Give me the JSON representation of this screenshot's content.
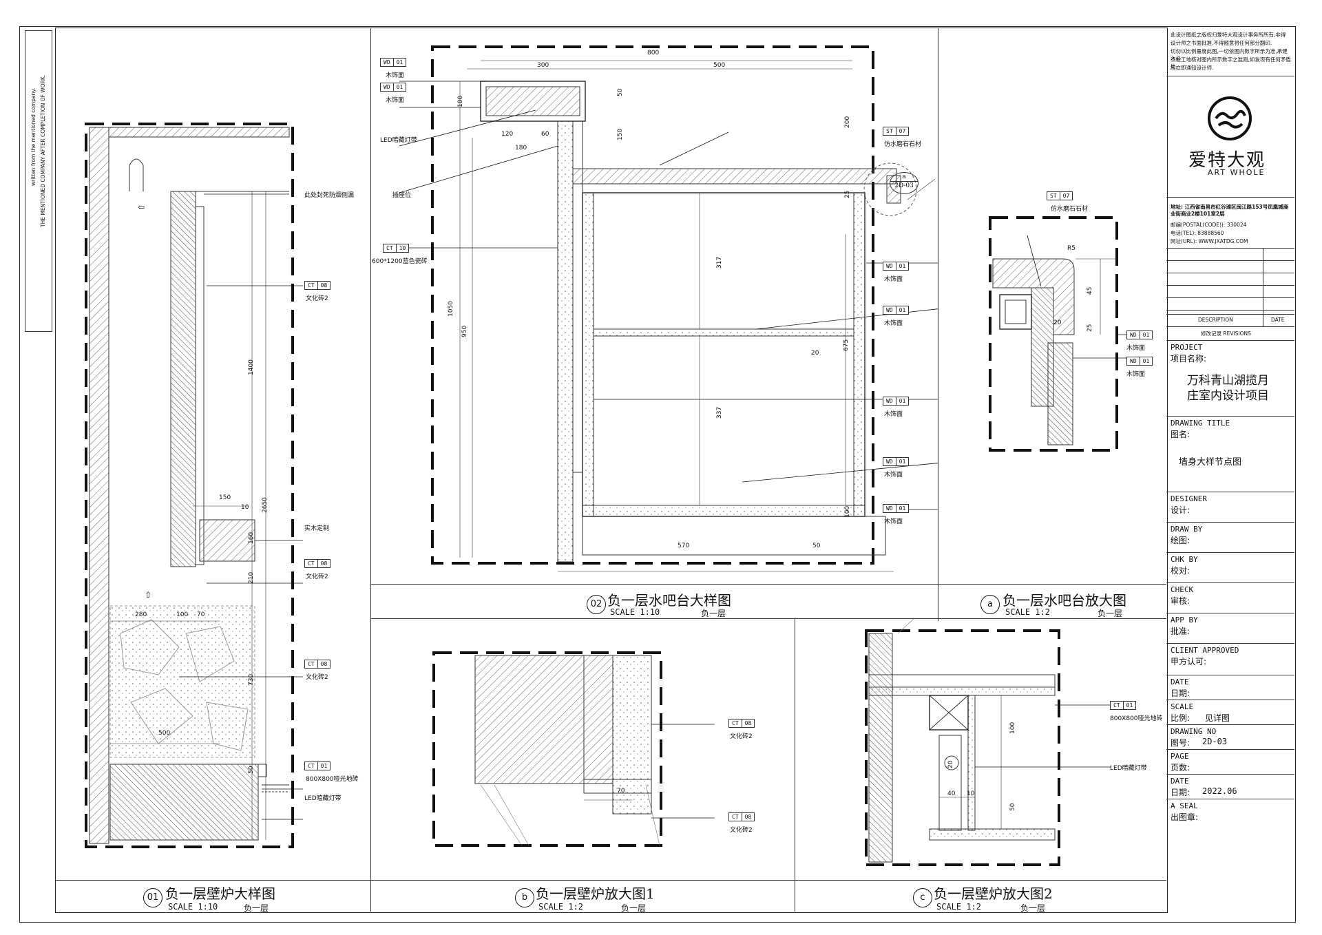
{
  "side_notes": {
    "line1": "written from the mentioned company.",
    "line2": "THE MENTIONED COMPANY AFTER COMPLETION OF WORK."
  },
  "panes": {
    "p01": {
      "num": "01",
      "title": "负一层壁炉大样图",
      "scale": "SCALE 1:10",
      "floor": "负一层"
    },
    "p02": {
      "num": "02",
      "title": "负一层水吧台大样图",
      "scale": "SCALE 1:10",
      "floor": "负一层"
    },
    "pa": {
      "num": "a",
      "title": "负一层水吧台放大图",
      "scale": "SCALE 1:2",
      "floor": "负一层"
    },
    "pb": {
      "num": "b",
      "title": "负一层壁炉放大图1",
      "scale": "SCALE 1:2",
      "floor": "负一层"
    },
    "pc": {
      "num": "c",
      "title": "负一层壁炉放大图2",
      "scale": "SCALE 1:2",
      "floor": "负一层"
    }
  },
  "p01_labels": {
    "seal_note": "此处封死防烟侧漏",
    "ct08_a": {
      "code": "CT",
      "num": "08",
      "text": "文化砖2"
    },
    "solid_wood": "实木定制",
    "ct08_b": {
      "code": "CT",
      "num": "08",
      "text": "文化砖2"
    },
    "ct08_c": {
      "code": "CT",
      "num": "08",
      "text": "文化砖2"
    },
    "ct01": {
      "code": "CT",
      "num": "01",
      "text": "800X800哑光地砖"
    },
    "led": "LED暗藏灯带",
    "dims": {
      "d1400": "1400",
      "d2650": "2650",
      "d150": "150",
      "d10": "10",
      "d160": "160",
      "d210": "210",
      "d730": "730",
      "d280": "280",
      "d100": "100",
      "d70": "70",
      "d500": "500",
      "d50": "50"
    }
  },
  "p02_labels": {
    "wd01_a": {
      "code": "WD",
      "num": "01",
      "text": "木饰面"
    },
    "wd01_b": {
      "code": "WD",
      "num": "01",
      "text": "木饰面"
    },
    "led": "LED暗藏灯带",
    "socket": "插座位",
    "ct10": {
      "code": "CT",
      "num": "10",
      "text": "600*1200蓝色瓷砖"
    },
    "st07": {
      "code": "ST",
      "num": "07",
      "text": "仿水磨石石材"
    },
    "callout": {
      "letter": "a",
      "ref": "2D-03"
    },
    "wd_right": [
      {
        "code": "WD",
        "num": "01",
        "text": "木饰面"
      },
      {
        "code": "WD",
        "num": "01",
        "text": "木饰面"
      },
      {
        "code": "WD",
        "num": "01",
        "text": "木饰面"
      },
      {
        "code": "WD",
        "num": "01",
        "text": "木饰面"
      },
      {
        "code": "WD",
        "num": "01",
        "text": "木饰面"
      }
    ],
    "dims": {
      "d800": "800",
      "d300": "300",
      "d500": "500",
      "d100": "100",
      "d50": "50",
      "d120": "120",
      "d60": "60",
      "d180": "180",
      "d150": "150",
      "d200": "200",
      "d25": "25",
      "d317": "317",
      "d20": "20",
      "d675": "675",
      "d337": "337",
      "d1050": "1050",
      "d950": "950",
      "d570": "570",
      "d50b": "50",
      "d100b": "100"
    }
  },
  "pa_labels": {
    "st07": {
      "code": "ST",
      "num": "07",
      "text": "仿水磨石石材"
    },
    "wd01_a": {
      "code": "WD",
      "num": "01",
      "text": "木饰面"
    },
    "wd01_b": {
      "code": "WD",
      "num": "01",
      "text": "木饰面"
    },
    "dims": {
      "r5": "R5",
      "d45": "45",
      "d25": "25",
      "d20": "20"
    }
  },
  "pb_labels": {
    "ct08_a": {
      "code": "CT",
      "num": "08",
      "text": "文化砖2"
    },
    "ct08_b": {
      "code": "CT",
      "num": "08",
      "text": "文化砖2"
    },
    "dims": {
      "d70": "70"
    }
  },
  "pc_labels": {
    "ct01": {
      "code": "CT",
      "num": "01",
      "text": "800X800哑光地砖"
    },
    "led": "LED暗藏灯带",
    "dims": {
      "d100": "100",
      "d20": "20",
      "d40": "40",
      "d10": "10",
      "d50": "50"
    }
  },
  "title_block": {
    "copyright_lines": [
      "此设计图纸之版权归爱特大观设计事务所所有,非得",
      "设计师之书面批准,不得随意将任何部分翻印.",
      "切勿以比例量度此图,一切依图内数字所示为准,承建人必",
      "须在工地核对图内所示数字之准则,如发现有任何矛盾处,",
      "应立即通知设计师."
    ],
    "brand_cn": "爱特大观",
    "brand_en": "ART WHOLE",
    "address": "地址: 江西省南昌市红谷滩区闽江路153号凤凰城商业街商业2楼101室2层",
    "postal": "邮编(POSTAL(CODE)): 330024",
    "tel": "电话(TEL): 83888560",
    "web": "网址(URL): WWW.JXATDG.COM",
    "rev_desc": "DESCRIPTION",
    "rev_date": "DATE",
    "revisions": "修改记录  REVISIONS",
    "project_en": "PROJECT",
    "project_cn": "项目名称:",
    "project_name_1": "万科青山湖揽月",
    "project_name_2": "庄室内设计项目",
    "drawing_title_en": "DRAWING TITLE",
    "drawing_title_cn": "图名:",
    "drawing_title": "墙身大样节点图",
    "designer_en": "DESIGNER",
    "designer_cn": "设计:",
    "draw_en": "DRAW BY",
    "draw_cn": "绘图:",
    "chk_en": "CHK BY",
    "chk_cn": "校对:",
    "check_en": "CHECK",
    "check_cn": "审核:",
    "app_en": "APP BY",
    "app_cn": "批准:",
    "client_en": "CLIENT APPROVED",
    "client_cn": "甲方认可:",
    "date_en": "DATE",
    "date_cn": "日期:",
    "scale_en": "SCALE",
    "scale_cn": "比例:",
    "scale_val": "见详图",
    "dno_en": "DRAWING NO",
    "dno_cn": "图号:",
    "dno_val": "2D-03",
    "page_en": "PAGE",
    "page_cn": "页数:",
    "date2_en": "DATE",
    "date2_cn": "日期:",
    "date2_val": "2022.06",
    "seal_en": "A SEAL",
    "seal_cn": "出图章:"
  }
}
